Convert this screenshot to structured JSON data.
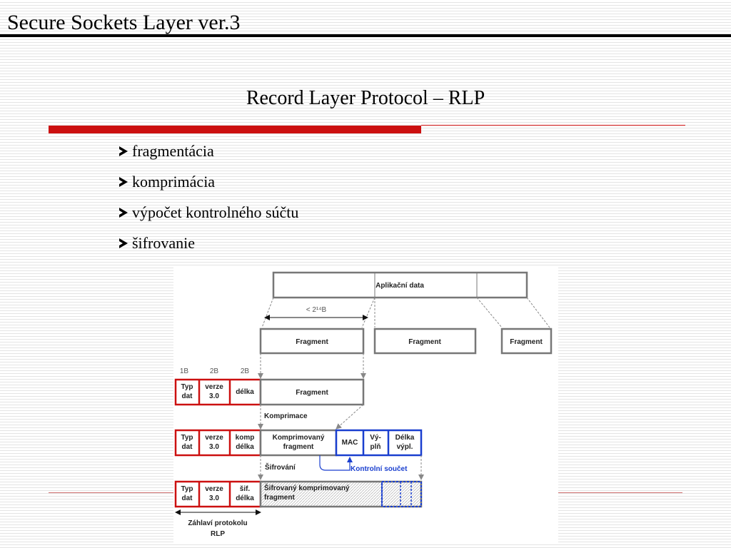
{
  "slide": {
    "title": "Secure Sockets Layer ver.3",
    "subtitle": "Record Layer Protocol – RLP",
    "bullets": [
      "fragmentácia",
      "komprimácia",
      "výpočet kontrolného súčtu",
      "šifrovanie"
    ]
  },
  "diagram": {
    "app_data": "Aplikační data",
    "size_label": "< 2¹⁴B",
    "fragment": "Fragment",
    "size_1b": "1B",
    "size_2b_a": "2B",
    "size_2b_b": "2B",
    "typ": "Typ",
    "dat": "dat",
    "verze": "verze",
    "ver_num": "3.0",
    "delka": "délka",
    "komp": "komp",
    "sif": "šif.",
    "komprimace": "Komprimace",
    "komprimovany": "Komprimovaný",
    "fragment_lc": "fragment",
    "mac": "MAC",
    "vy": "Vý-",
    "pln": "plň",
    "delka_cap": "Délka",
    "vypl": "výpl.",
    "sifrovani": "Šifrování",
    "kontrolni_soucet": "Kontrolní součet",
    "sifrovany_komprimovany": "Šifrovaný komprimovaný",
    "zahlavi_protokolu": "Záhlaví  protokolu",
    "rlp": "RLP"
  },
  "colors": {
    "accent_red": "#cc1010",
    "diagram_blue": "#1a3fcf",
    "diagram_gray": "#777777"
  }
}
